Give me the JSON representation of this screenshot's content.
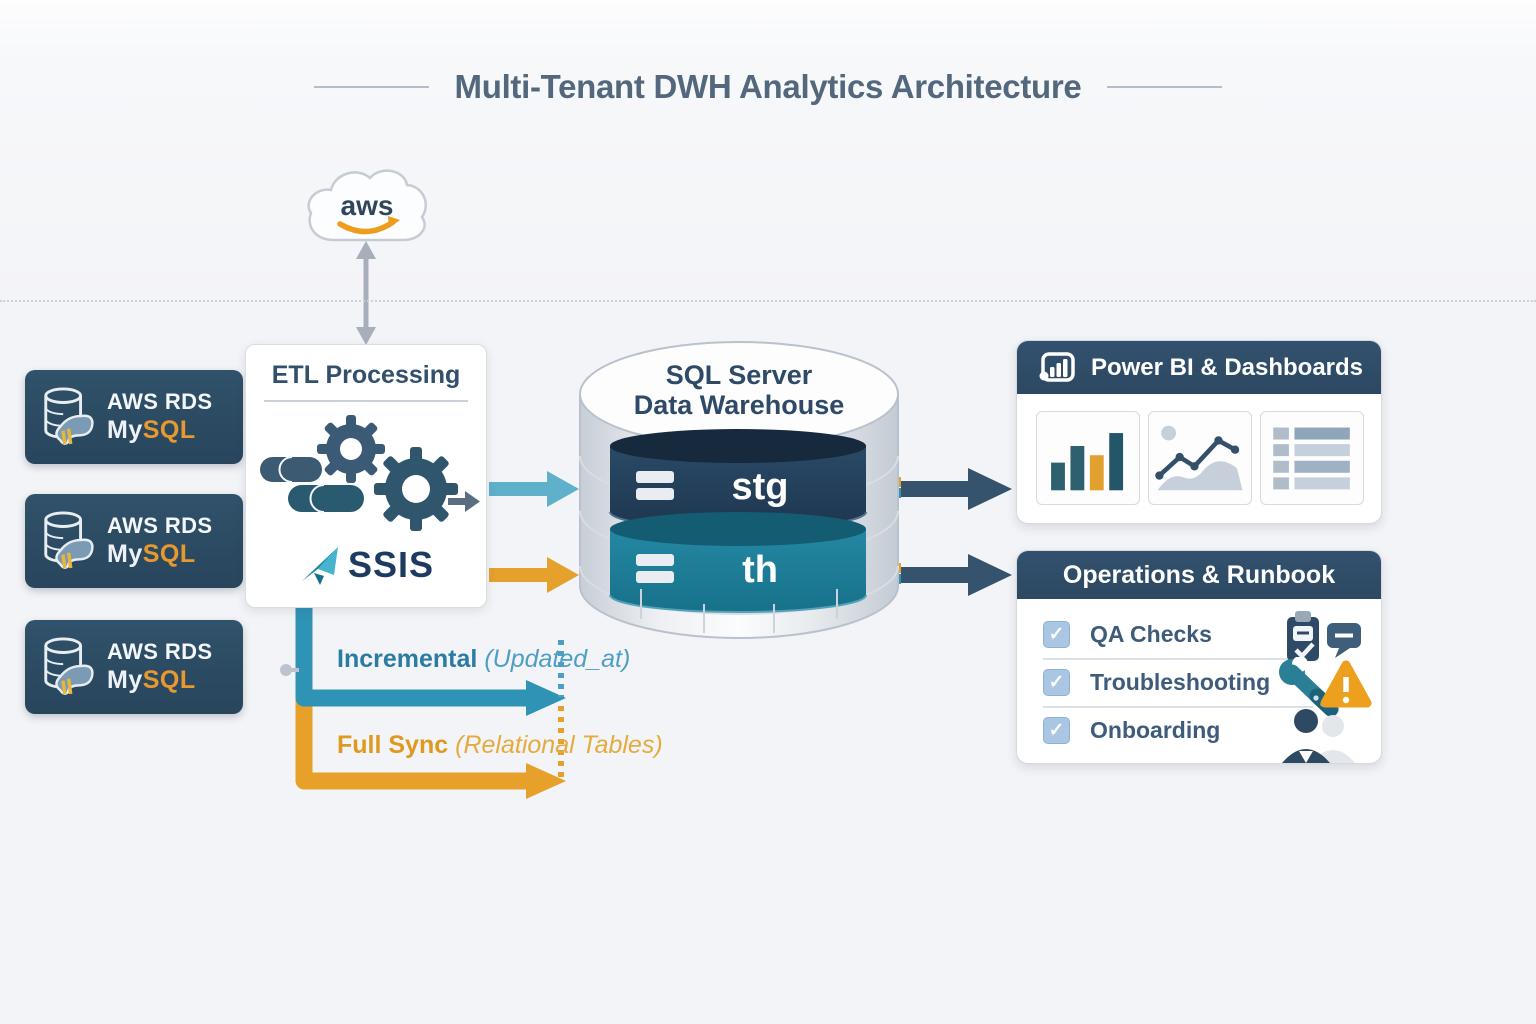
{
  "title": "Multi-Tenant DWH Analytics Architecture",
  "cloud": {
    "label": "aws"
  },
  "sources": {
    "items": [
      {
        "name": "AWS RDS",
        "db_prefix": "My",
        "db_suffix": "SQL"
      },
      {
        "name": "AWS RDS",
        "db_prefix": "My",
        "db_suffix": "SQL"
      },
      {
        "name": "AWS RDS",
        "db_prefix": "My",
        "db_suffix": "SQL"
      }
    ]
  },
  "etl": {
    "title": "ETL Processing",
    "tool": "SSIS"
  },
  "warehouse": {
    "line1": "SQL Server",
    "line2": "Data Warehouse",
    "layers": [
      {
        "label": "stg"
      },
      {
        "label": "th"
      }
    ]
  },
  "flows": {
    "incremental": {
      "label": "Incremental",
      "note": "(Updated_at)"
    },
    "full_sync": {
      "label": "Full Sync",
      "note": "(Relational Tables)"
    }
  },
  "powerbi": {
    "title": "Power BI & Dashboards"
  },
  "operations": {
    "title": "Operations & Runbook",
    "items": [
      {
        "label": "QA Checks"
      },
      {
        "label": "Troubleshooting"
      },
      {
        "label": "Onboarding"
      }
    ]
  },
  "icons": {
    "check": "✓"
  },
  "colors": {
    "title_slate": "#53687D",
    "source_box_navy": "#2C4B60",
    "header_navy": "#2E4A66",
    "stg_navy": "#23405C",
    "th_teal": "#1F7E99",
    "incremental_teal": "#2F93B6",
    "etl_arrow_blue": "#5FB0CB",
    "full_sync_orange": "#E6A02C",
    "dark_arrow": "#36536D",
    "mysql_orange": "#E8992E",
    "aws_orange": "#EE9C1C"
  }
}
